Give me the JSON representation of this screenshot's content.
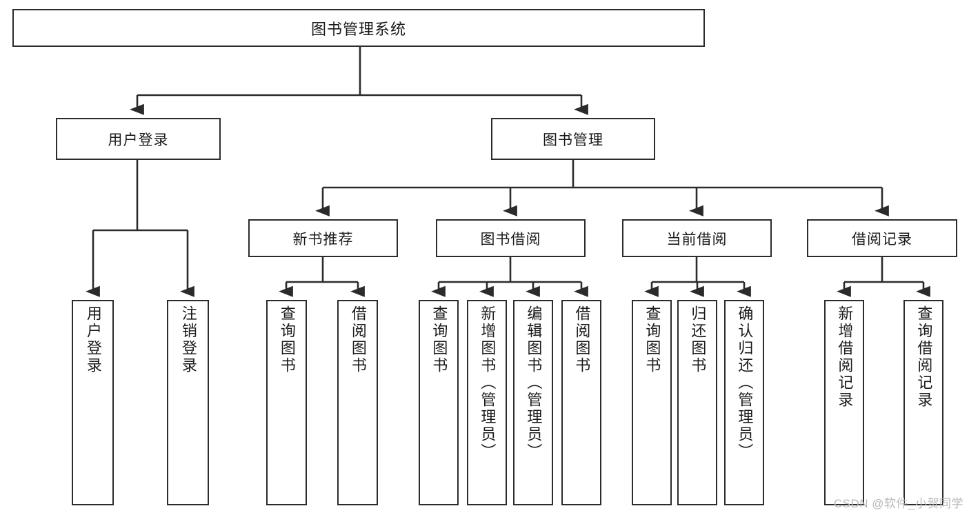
{
  "diagram": {
    "title": "图书管理系统",
    "type": "hierarchy-tree",
    "accent_color": "#2b2b2b",
    "background": "#ffffff"
  },
  "levels": {
    "root": {
      "label": "图书管理系统"
    },
    "level2": [
      {
        "label": "用户登录"
      },
      {
        "label": "图书管理"
      }
    ],
    "level3": [
      {
        "label": "新书推荐"
      },
      {
        "label": "图书借阅"
      },
      {
        "label": "当前借阅"
      },
      {
        "label": "借阅记录"
      }
    ],
    "level4": [
      {
        "label": "用户登录",
        "parent": "用户登录"
      },
      {
        "label": "注销登录",
        "parent": "用户登录"
      },
      {
        "label": "查询图书",
        "parent": "新书推荐"
      },
      {
        "label": "借阅图书",
        "parent": "新书推荐"
      },
      {
        "label": "查询图书",
        "parent": "图书借阅"
      },
      {
        "label": "新增图书（管理员）",
        "parent": "图书借阅"
      },
      {
        "label": "编辑图书（管理员）",
        "parent": "图书借阅"
      },
      {
        "label": "借阅图书",
        "parent": "图书借阅"
      },
      {
        "label": "查询图书",
        "parent": "当前借阅"
      },
      {
        "label": "归还图书",
        "parent": "当前借阅"
      },
      {
        "label": "确认归还（管理员）",
        "parent": "当前借阅"
      },
      {
        "label": "新增借阅记录",
        "parent": "借阅记录"
      },
      {
        "label": "查询借阅记录",
        "parent": "借阅记录"
      }
    ]
  },
  "watermark": {
    "text": "CSDN @软件_小贺同学"
  }
}
